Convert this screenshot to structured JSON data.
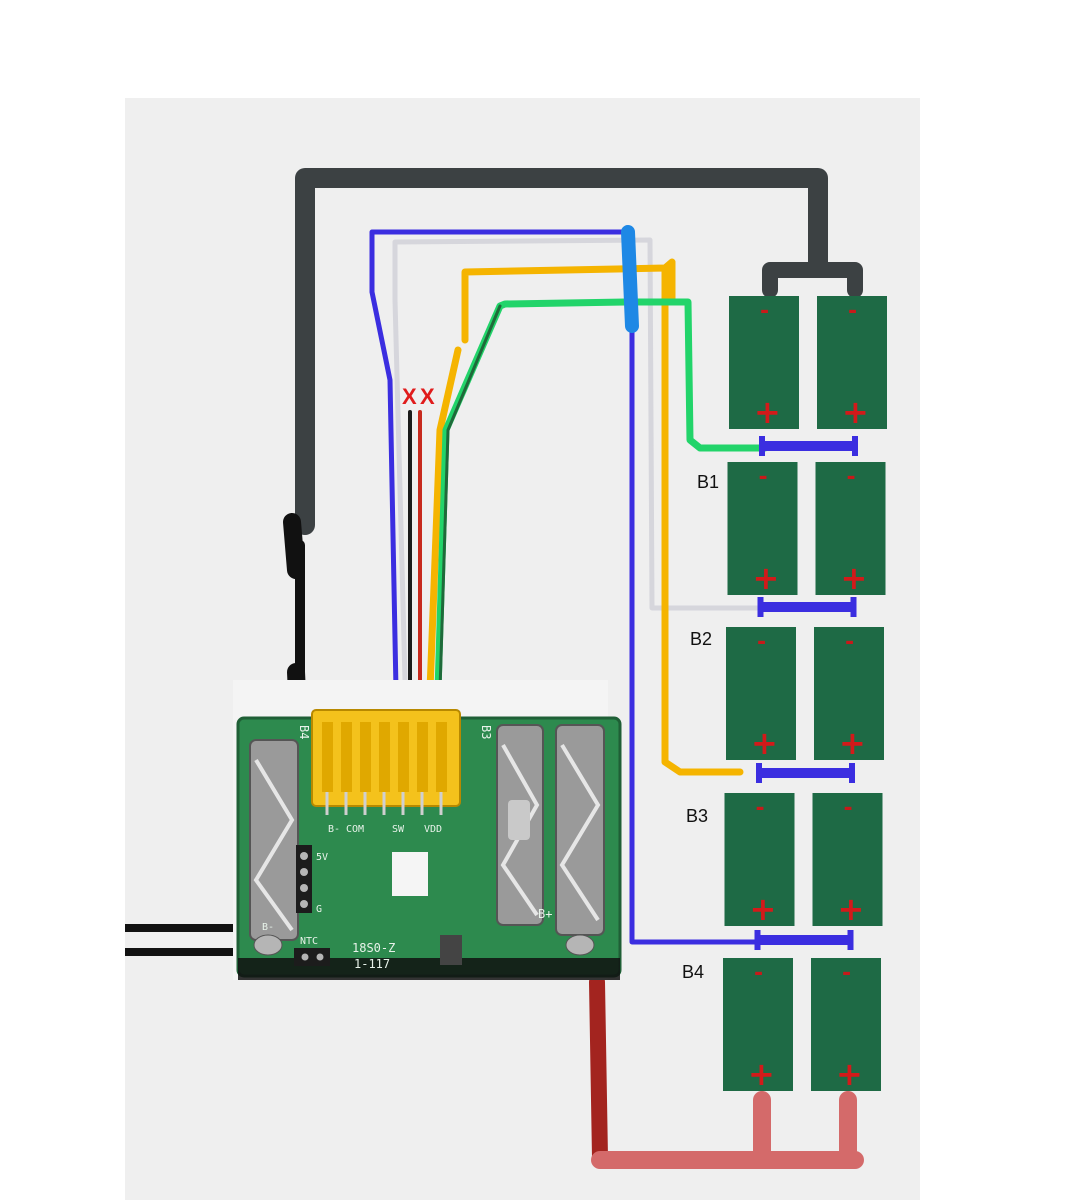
{
  "colors": {
    "background": "#efefef",
    "cell": "#1e6a45",
    "wire_black": "#3c4143",
    "wire_blue": "#3b2ee0",
    "wire_yellow": "#f5b400",
    "wire_green": "#22d46a",
    "wire_gray": "#d6d6dc",
    "wire_red": "#a3241f",
    "wire_pink": "#d46a6a",
    "pcb": "#2d8a4e",
    "connector": "#f4c21c"
  },
  "tap_labels": [
    "B1",
    "B2",
    "B3",
    "B4"
  ],
  "cut_marks": [
    "X",
    "X"
  ],
  "pcb": {
    "labels": {
      "top_left": "B4",
      "top_right": "B3",
      "pin_labels": [
        "B-",
        "COM",
        "SW",
        "VDD"
      ],
      "side_5v": "5V",
      "side_g": "G",
      "bottom_left": "B-",
      "ntc": "NTC",
      "model": "18S0-Z",
      "version": "1-117",
      "b_plus": "B+"
    }
  },
  "cells": {
    "rows": 5,
    "columns": 2,
    "plus_symbol": "+",
    "minus_symbol": "-"
  }
}
